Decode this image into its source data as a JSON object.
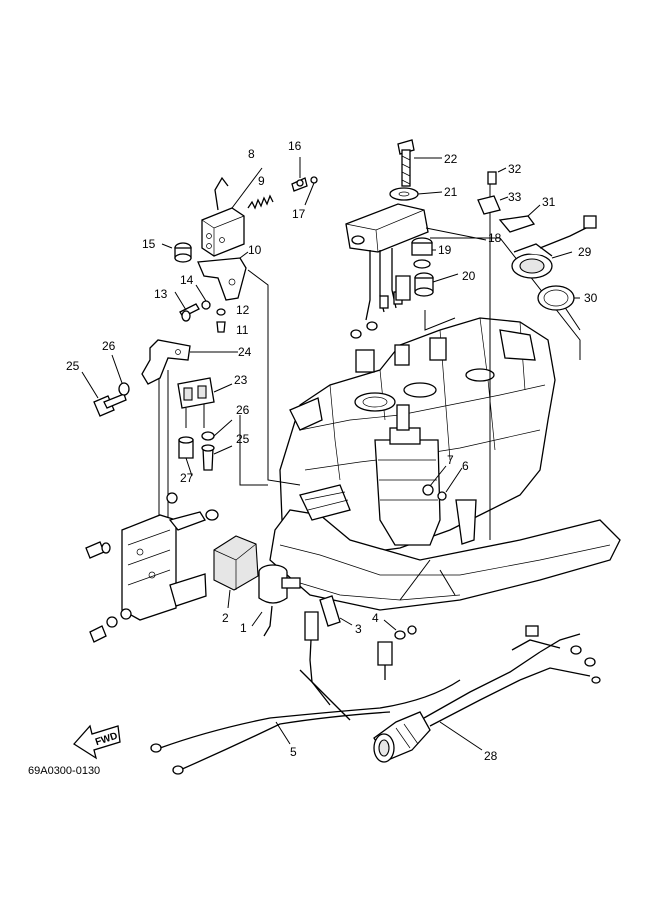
{
  "callouts": [
    {
      "id": "c1",
      "text": "1"
    },
    {
      "id": "c2",
      "text": "2"
    },
    {
      "id": "c3",
      "text": "3"
    },
    {
      "id": "c4",
      "text": "4"
    },
    {
      "id": "c5",
      "text": "5"
    },
    {
      "id": "c6",
      "text": "6"
    },
    {
      "id": "c7",
      "text": "7"
    },
    {
      "id": "c8",
      "text": "8"
    },
    {
      "id": "c9",
      "text": "9"
    },
    {
      "id": "c10",
      "text": "10"
    },
    {
      "id": "c11",
      "text": "11"
    },
    {
      "id": "c12",
      "text": "12"
    },
    {
      "id": "c13",
      "text": "13"
    },
    {
      "id": "c14",
      "text": "14"
    },
    {
      "id": "c15",
      "text": "15"
    },
    {
      "id": "c16",
      "text": "16"
    },
    {
      "id": "c17",
      "text": "17"
    },
    {
      "id": "c18",
      "text": "18"
    },
    {
      "id": "c19",
      "text": "19"
    },
    {
      "id": "c20",
      "text": "20"
    },
    {
      "id": "c21",
      "text": "21"
    },
    {
      "id": "c22",
      "text": "22"
    },
    {
      "id": "c23",
      "text": "23"
    },
    {
      "id": "c24",
      "text": "24"
    },
    {
      "id": "c25a",
      "text": "25"
    },
    {
      "id": "c25b",
      "text": "25"
    },
    {
      "id": "c26a",
      "text": "26"
    },
    {
      "id": "c26b",
      "text": "26"
    },
    {
      "id": "c27",
      "text": "27"
    },
    {
      "id": "c28",
      "text": "28"
    },
    {
      "id": "c29",
      "text": "29"
    },
    {
      "id": "c30",
      "text": "30"
    },
    {
      "id": "c31",
      "text": "31"
    },
    {
      "id": "c32",
      "text": "32"
    },
    {
      "id": "c33",
      "text": "33"
    }
  ],
  "fwd_label": "FWD",
  "diagram_code": "69A0300-0130"
}
